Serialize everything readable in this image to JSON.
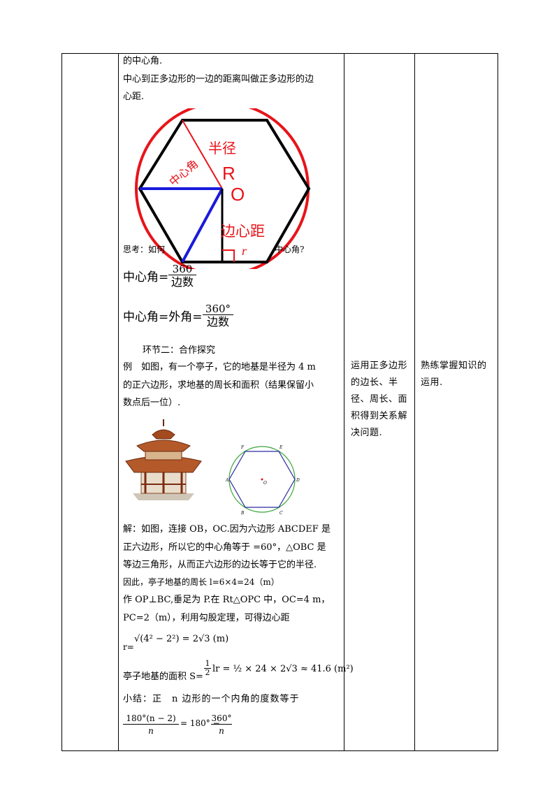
{
  "lines": {
    "l1": "的中心角.",
    "l2": "中心到正多边形的一边的距离叫做正多边形的边",
    "l3": "心距.",
    "think_left": "思考：如何",
    "think_right": "中心角?",
    "central1_lhs": "中心角=",
    "central1_num": "360",
    "central1_den": "边数",
    "central2_lhs": "中心角=外角=",
    "central2_num": "360°",
    "central2_den": "边数",
    "section": "环节二：合作探究",
    "ex1": "例　如图，有一个亭子，它的地基是半径为 4  m",
    "ex2": "的正六边形，求地基的周长和面积（结果保留小",
    "ex3": "数点后一位）.",
    "sol1": "解：如图，连接 OB，OC.因为六边形 ABCDEF 是",
    "sol2": "正六边形，所以它的中心角等于 =60°，△OBC 是",
    "sol3": "等边三角形，从而正六边形的边长等于它的半径.",
    "sol4": "因此，亭子地基的周长 l=6×4=24（m）",
    "sol5": "作 OP⊥BC,垂足为 P.在 Rt△OPC 中，OC=4  m，",
    "sol6": "PC=2（m），利用勾股定理，可得边心距",
    "sol7_lhs": "r=",
    "sol7_rhs": "√(4² − 2²) = 2√3 (m)",
    "sol8_lhs": "亭子地基的面积 S=",
    "sol8_rhs": "lr = ½ × 24 × 2√3 ≈ 41.6 (m²)",
    "sum1": "小结：正　n 边形的一个内角的度数等于",
    "sum_num": "180°(n − 2)",
    "sum_den": "n",
    "sum_mid": "= 180° −",
    "sum_num2": "360°",
    "sum_den2": "n"
  },
  "diagram": {
    "radius_label": "半径",
    "R": "R",
    "O": "O",
    "central_label": "中心角",
    "apothem_label": "边心距",
    "r": "r"
  },
  "hexfig": {
    "A": "A",
    "B": "B",
    "C": "C",
    "D": "D",
    "E": "E",
    "F": "F",
    "O": "O"
  },
  "col3_text": "运用正多边形的边长、半径、周长、面积得到关系解决问题.",
  "col4_text": "熟练掌握知识的运用.",
  "colors": {
    "circle": "#e8141a",
    "blue": "#1a1adc",
    "green": "#3aa63a",
    "hex2": "#2a2aa0"
  }
}
